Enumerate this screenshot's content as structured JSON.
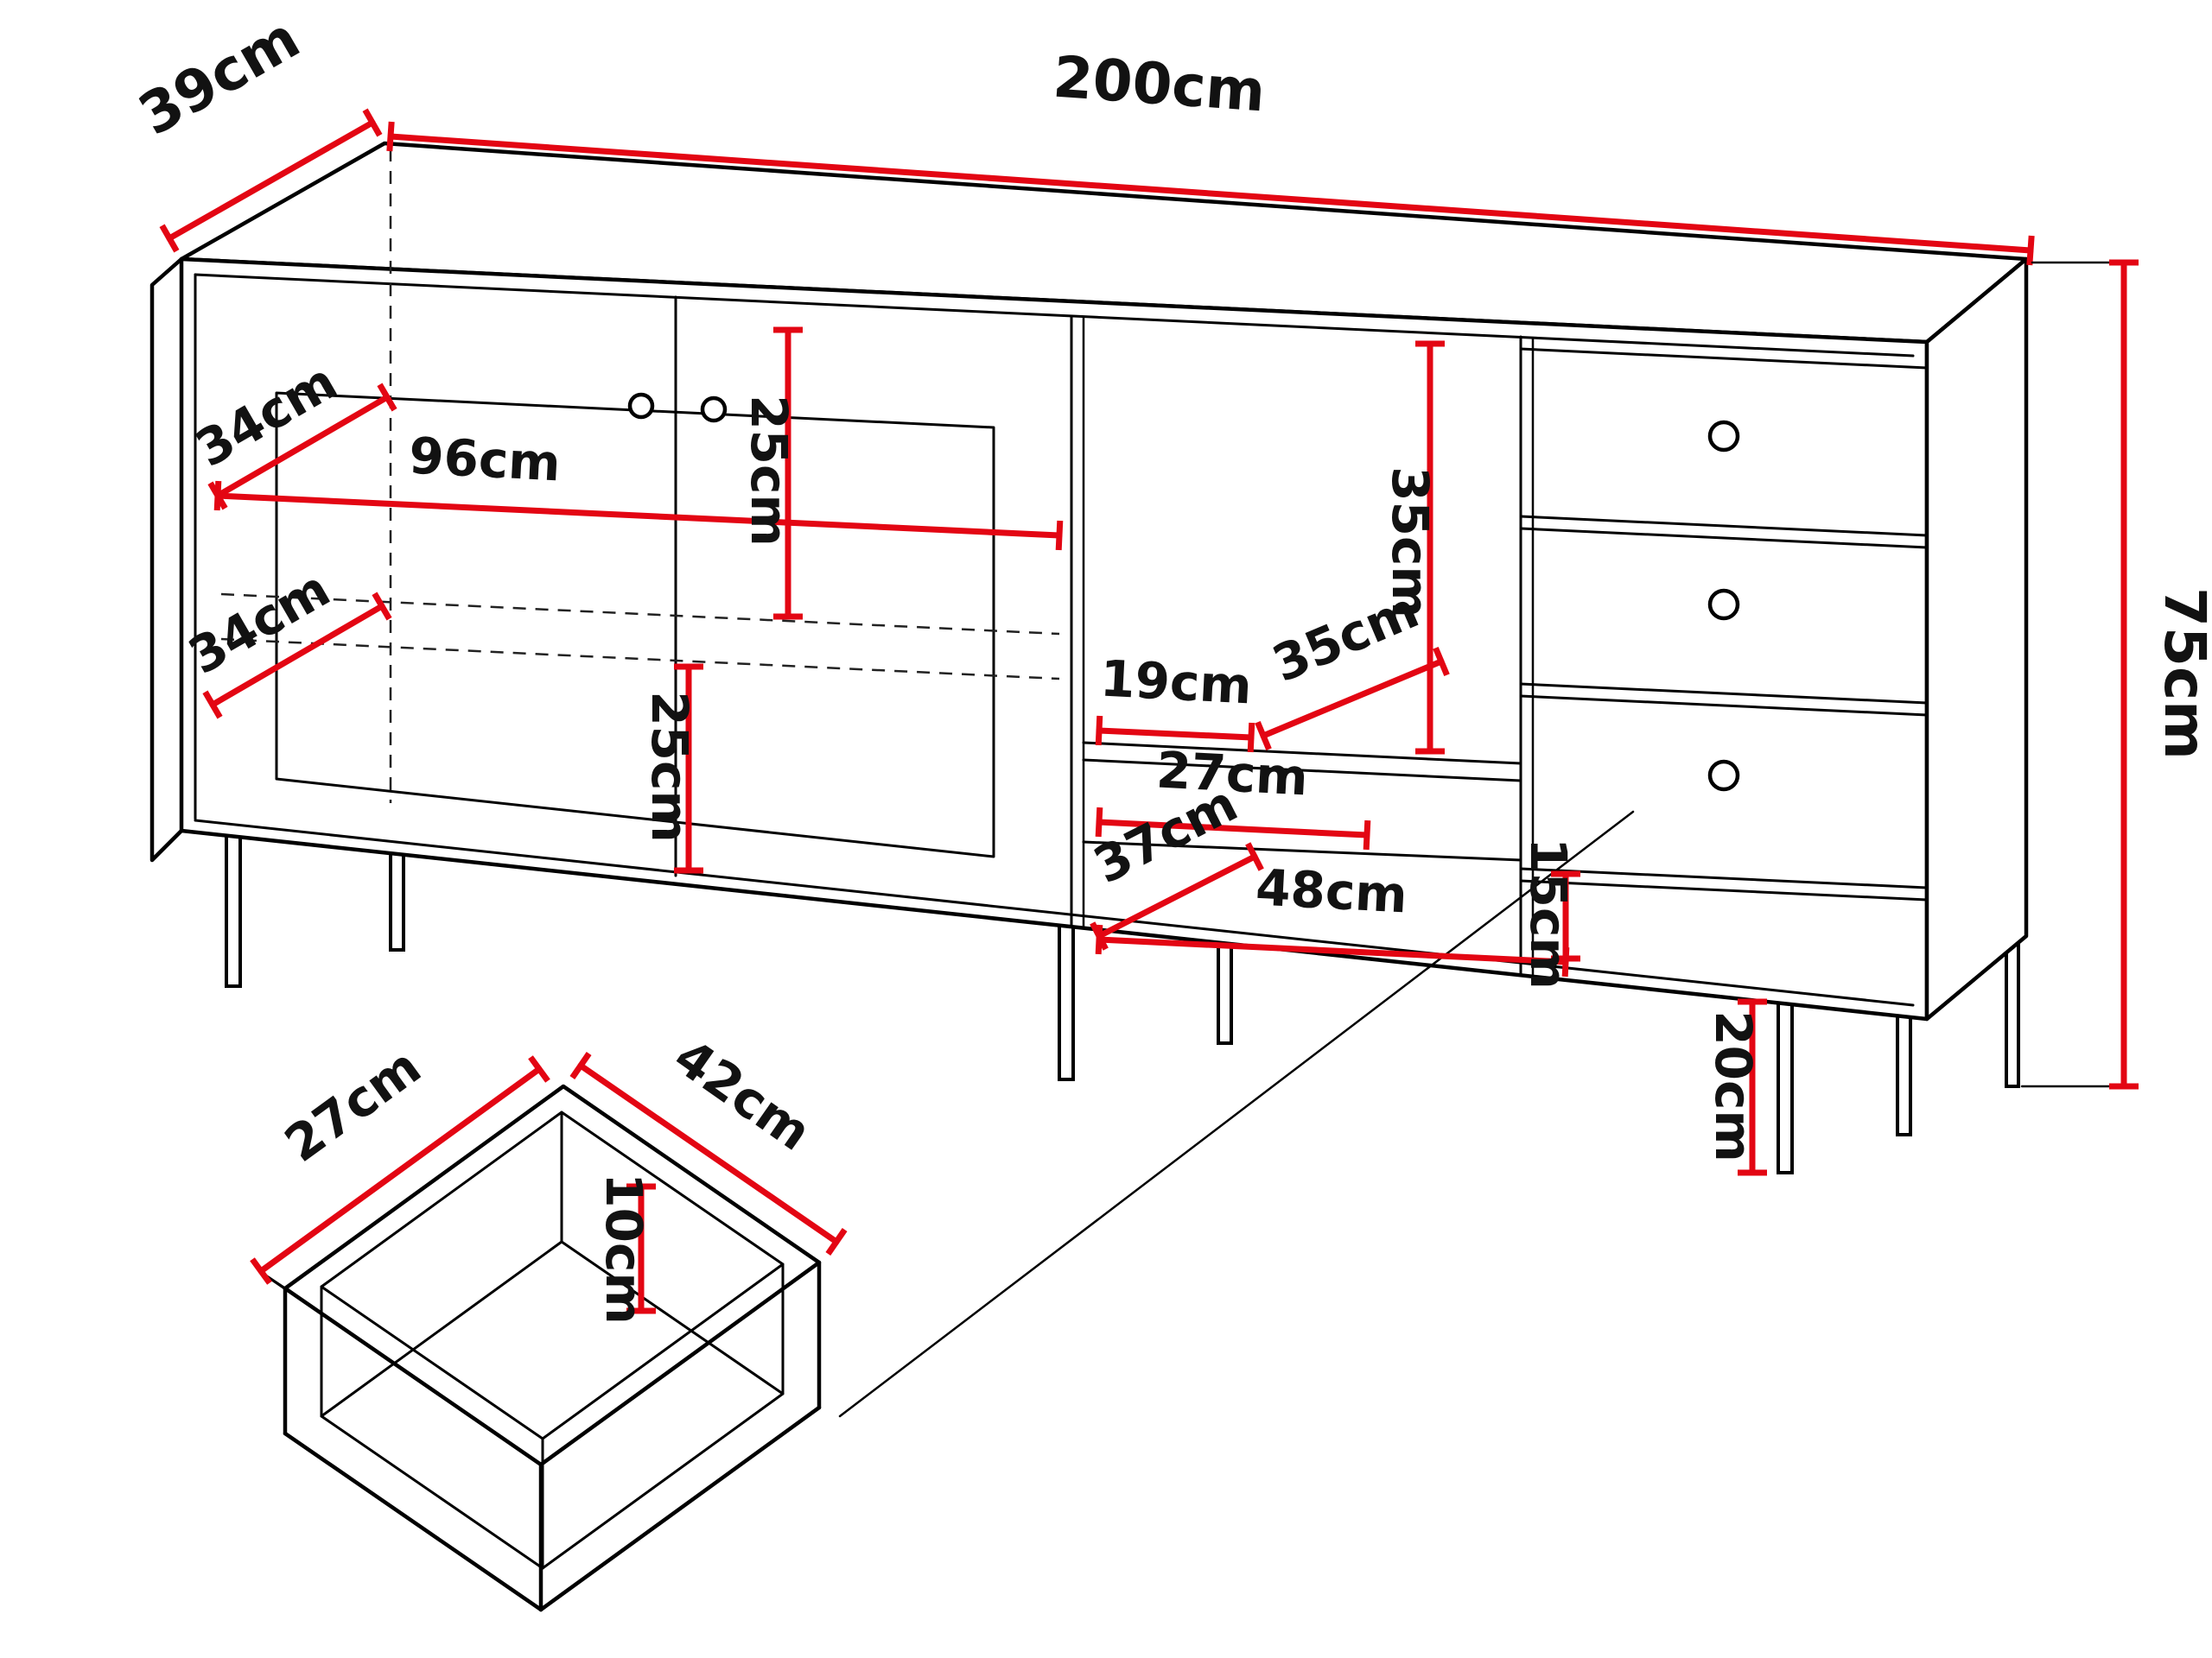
{
  "diagram": {
    "type": "furniture-dimension-diagram",
    "subject": "sideboard with double doors, open shelves and three drawers",
    "unit": "cm",
    "accent_color": "#e30613",
    "line_color": "#000000"
  },
  "dimensions": {
    "overall_width": "200cm",
    "overall_depth": "39cm",
    "overall_height": "75cm",
    "leg_height": "20cm",
    "left_shelf_depth_upper": "34cm",
    "left_interior_width": "96cm",
    "left_upper_compartment_height": "25cm",
    "left_shelf_depth_lower": "34cm",
    "left_lower_compartment_height": "25cm",
    "middle_upper_compartment_height": "35cm",
    "middle_shelf_front_width": "19cm",
    "middle_shelf_depth": "35cm",
    "middle_compartment_width": "27cm",
    "bottom_niche_depth": "37cm",
    "bottom_niche_width": "48cm",
    "bottom_niche_height": "15cm"
  },
  "drawer_detail": {
    "inner_depth": "27cm",
    "inner_width": "42cm",
    "inner_height": "10cm"
  }
}
